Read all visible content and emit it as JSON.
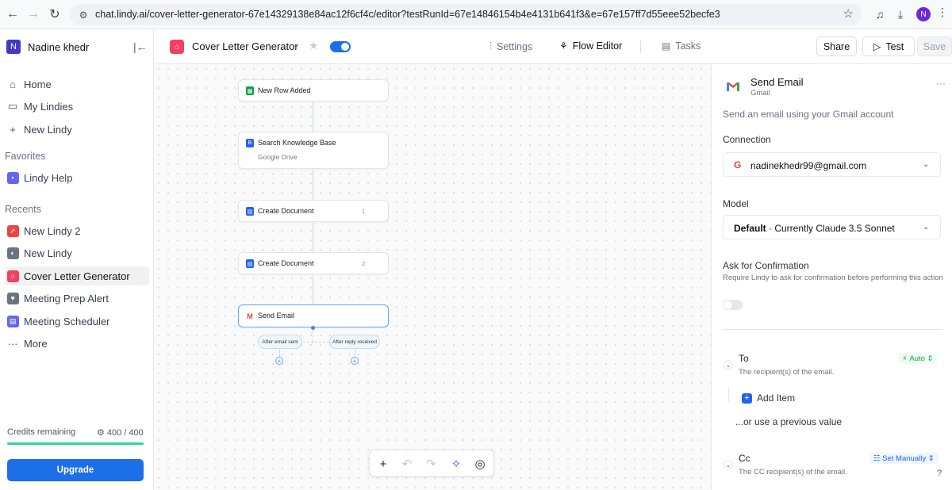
{
  "browser": {
    "url": "chat.lindy.ai/cover-letter-generator-67e14329138e84ac12f6cf4c/editor?testRunId=67e14846154b4e4131b641f3&e=67e157ff7d55eee52becfe3",
    "profile_initial": "N"
  },
  "sidebar": {
    "user_initial": "N",
    "user_name": "Nadine khedr",
    "nav": [
      {
        "label": "Home",
        "icon": "home-icon"
      },
      {
        "label": "My Lindies",
        "icon": "folder-icon"
      },
      {
        "label": "New Lindy",
        "icon": "plus-icon"
      }
    ],
    "favorites_heading": "Favorites",
    "favorites": [
      {
        "label": "Lindy Help",
        "color": "#6366f1"
      }
    ],
    "recents_heading": "Recents",
    "recents": [
      {
        "label": "New Lindy 2",
        "color": "#ef4444"
      },
      {
        "label": "New Lindy",
        "color": "#6b7280"
      },
      {
        "label": "Cover Letter Generator",
        "color": "#f43f5e"
      },
      {
        "label": "Meeting Prep Alert",
        "color": "#6b7280"
      },
      {
        "label": "Meeting Scheduler",
        "color": "#6366f1"
      }
    ],
    "more_label": "More",
    "credits_label": "Credits remaining",
    "credits_value": "400 / 400",
    "credits_fraction": 1.0,
    "upgrade_label": "Upgrade"
  },
  "header": {
    "agent_name": "Cover Letter Generator",
    "tabs": [
      {
        "label": "Settings"
      },
      {
        "label": "Flow Editor"
      },
      {
        "label": "Tasks"
      }
    ],
    "share_label": "Share",
    "test_label": "Test",
    "save_label": "Save"
  },
  "flow": {
    "nodes": [
      {
        "title": "New Row Added",
        "subtitle": "",
        "badge": ""
      },
      {
        "title": "Search Knowledge Base",
        "subtitle": "Google Drive",
        "badge": ""
      },
      {
        "title": "Create Document",
        "subtitle": "",
        "badge": "1"
      },
      {
        "title": "Create Document",
        "subtitle": "",
        "badge": "2"
      },
      {
        "title": "Send Email",
        "subtitle": "",
        "badge": ""
      }
    ],
    "branches": [
      {
        "label": "After email sent"
      },
      {
        "label": "After reply received"
      }
    ]
  },
  "panel": {
    "title": "Send Email",
    "subtitle": "Gmail",
    "description": "Send an email using your Gmail account",
    "connection_label": "Connection",
    "connection_value": "nadinekhedr99@gmail.com",
    "model_label": "Model",
    "model_value_bold": "Default",
    "model_value_rest": " · Currently Claude 3.5 Sonnet",
    "confirm_label": "Ask for Confirmation",
    "confirm_help": "Require Lindy to ask for confirmation before performing this action",
    "to_label": "To",
    "to_desc": "The recipient(s) of the email.",
    "to_mode": "Auto",
    "add_item_label": "Add Item",
    "prev_value_label": "...or use a previous value",
    "cc_label": "Cc",
    "cc_desc": "The CC recipient(s) of the email.",
    "cc_mode": "Set Manually"
  }
}
